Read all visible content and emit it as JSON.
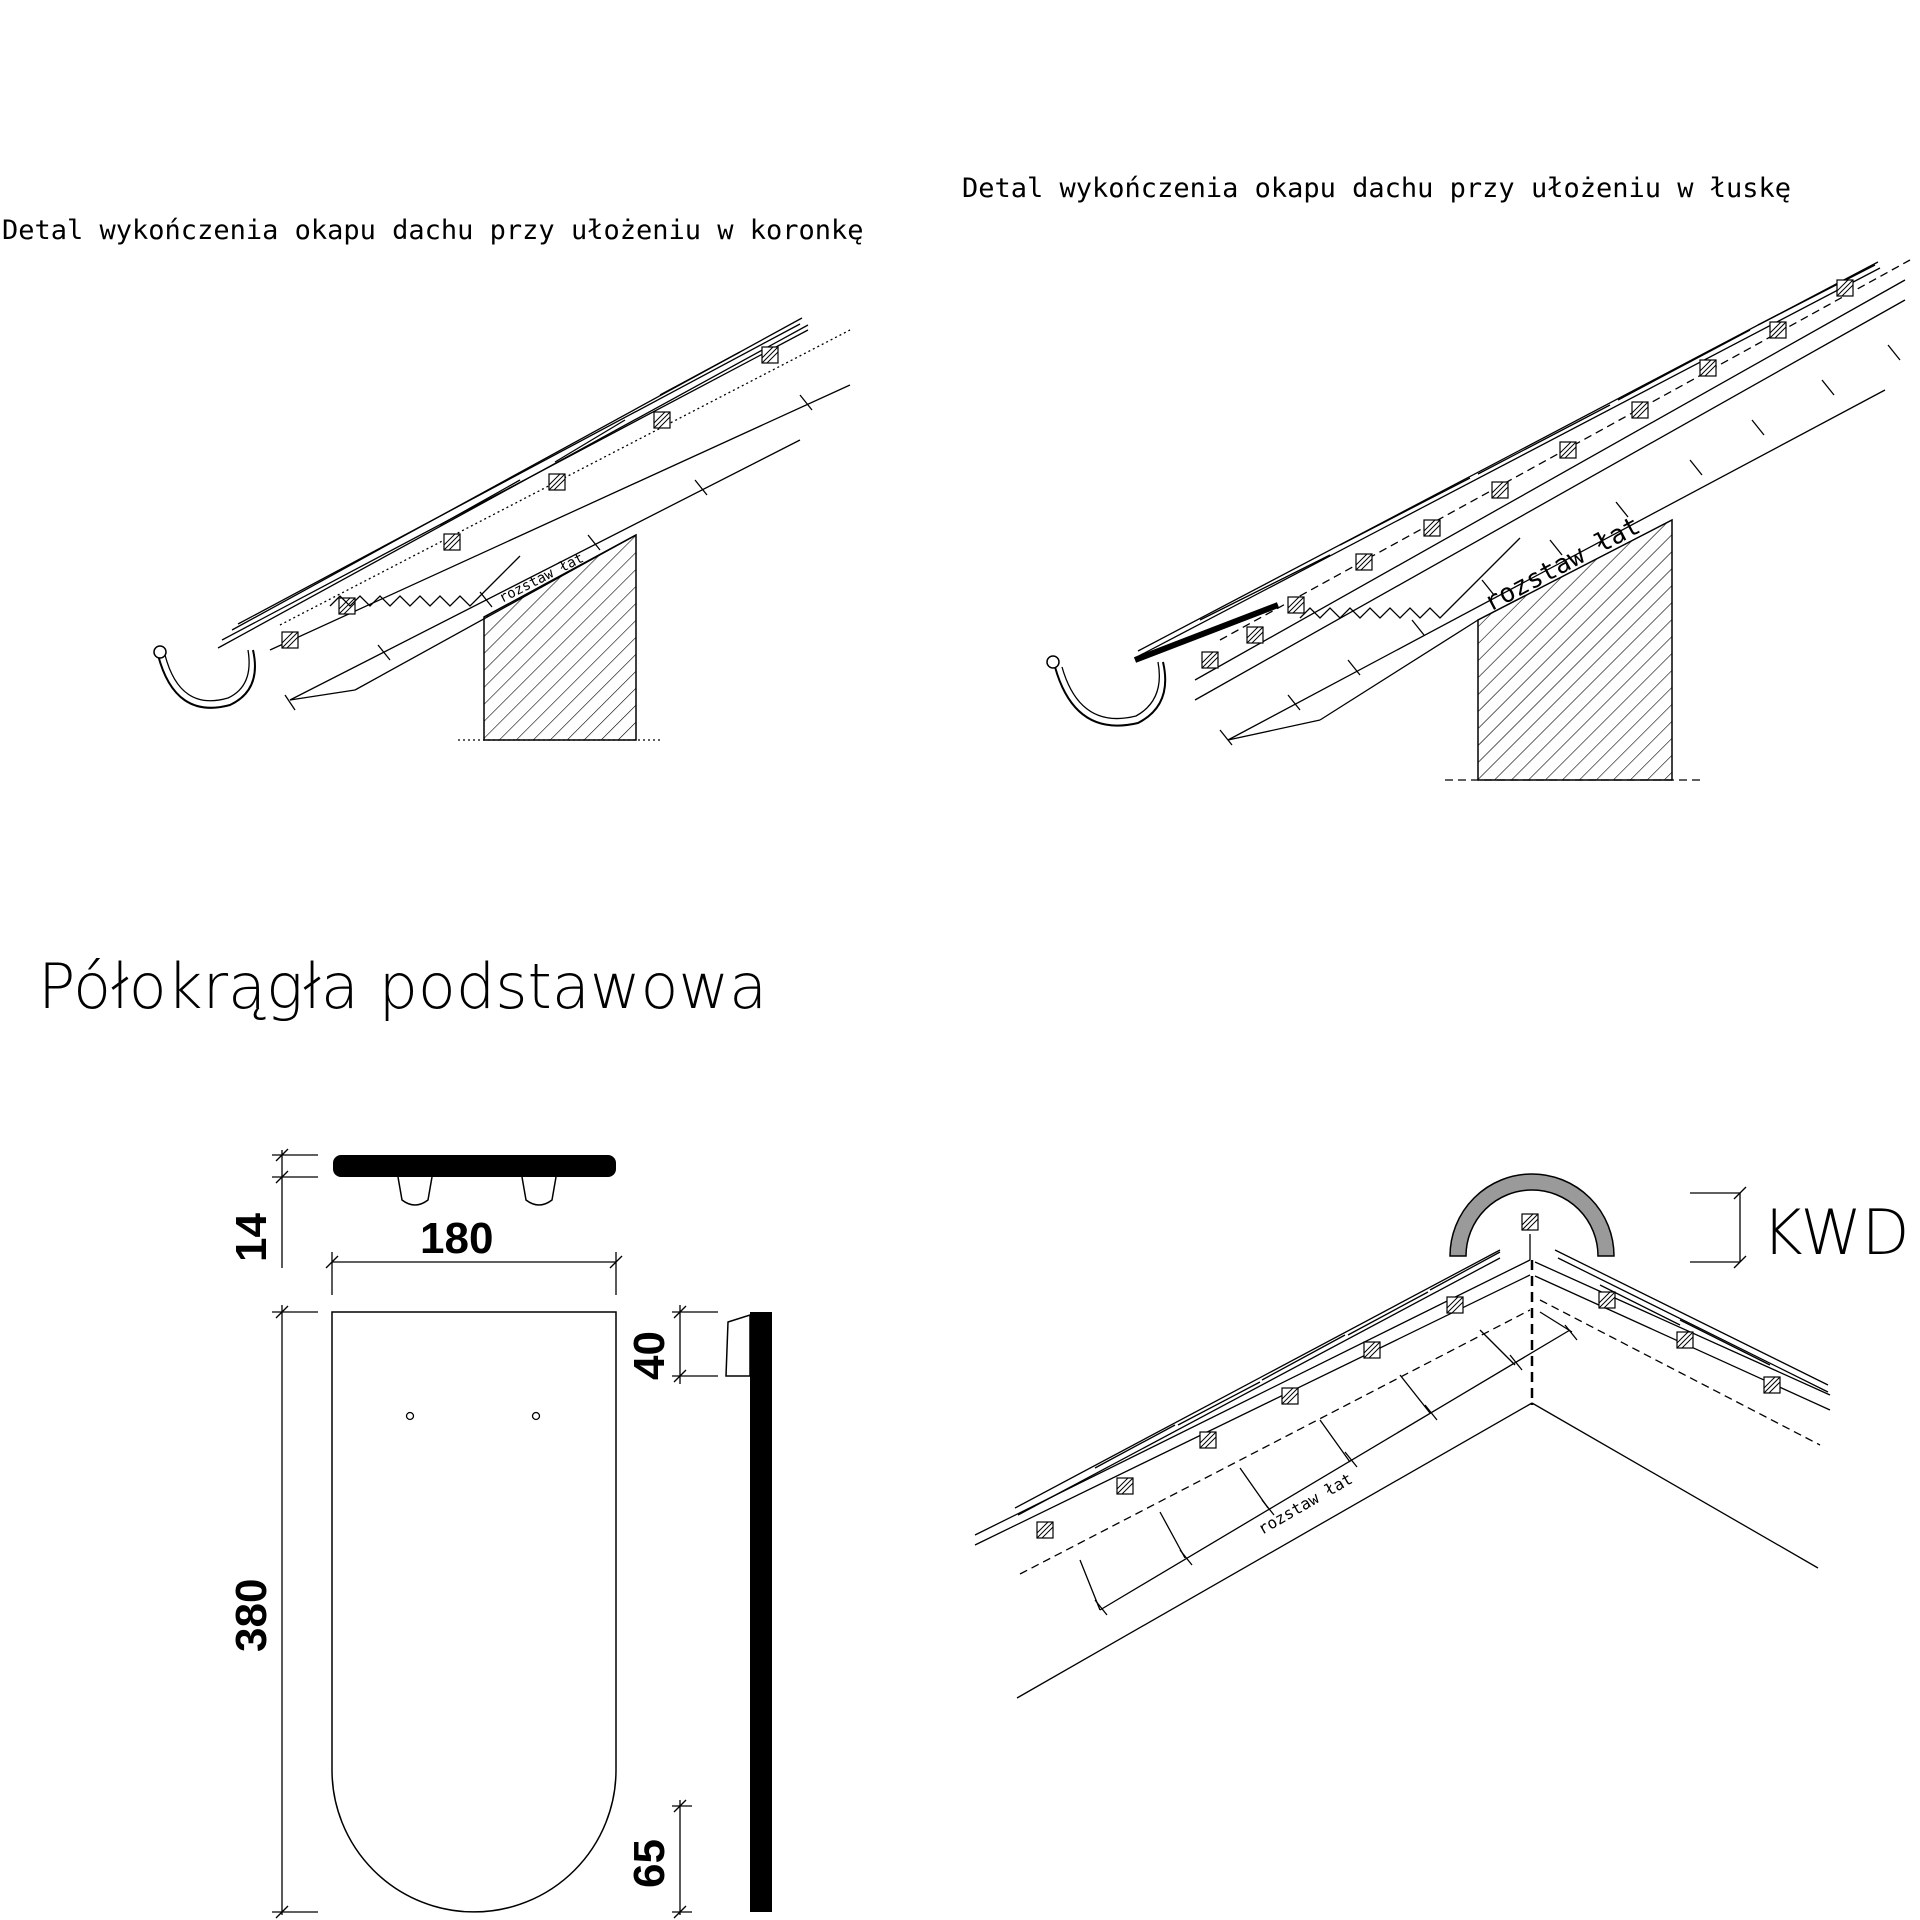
{
  "titles": {
    "detail_scale": "Detal wykończenia okapu dachu przy ułożeniu w łuskę",
    "detail_crown": "Detal wykończenia okapu dachu przy ułożeniu w koronkę",
    "tile_name": "Półokrągła podstawowa"
  },
  "labels": {
    "batten_spacing": "rozstaw łat",
    "ridge_code": "KWD"
  },
  "dimensions": {
    "thickness": "14",
    "width": "180",
    "length": "380",
    "nib": "40",
    "arc": "65"
  },
  "colors": {
    "line": "#000000",
    "background": "#ffffff",
    "ridge_tile": "#9a9a9a"
  },
  "icons": {
    "gutter": "half-round-gutter-icon",
    "wall": "hatched-wall-icon",
    "ridge": "ridge-tile-icon"
  }
}
